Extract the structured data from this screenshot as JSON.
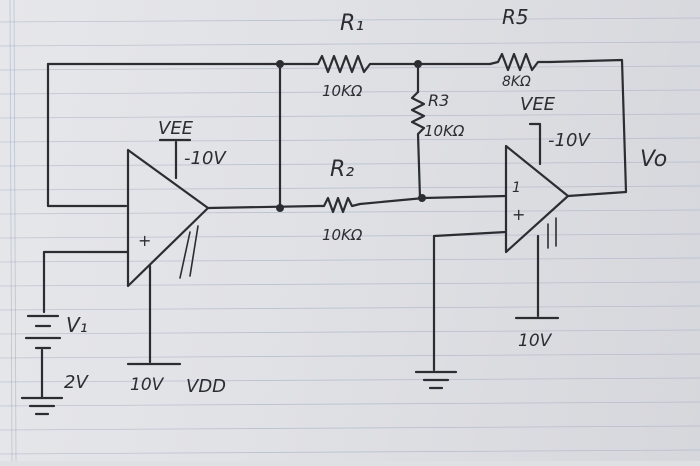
{
  "colors": {
    "paper": "#e3e4e8",
    "ink": "#2b2d33",
    "rule": "#9aa7bf"
  },
  "labels": {
    "r1_name": "R₁",
    "r1_value": "10KΩ",
    "r5_name": "R5",
    "r5_value": "8KΩ",
    "r3_name": "R3",
    "r3_value": "10KΩ",
    "r2_name": "R₂",
    "r2_value": "10KΩ",
    "vee_left": "VEE",
    "vee_left_value": "-10V",
    "vee_right": "VEE",
    "vee_right_value": "-10V",
    "vo": "Vo",
    "v1_name": "V₁",
    "v1_value": "2V",
    "vdd_left_value": "10V",
    "vdd_left_name": "VDD",
    "vdd_right_value": "10V",
    "opamp_left_plus": "+",
    "opamp_right_minus": "1",
    "opamp_right_plus": "+"
  }
}
